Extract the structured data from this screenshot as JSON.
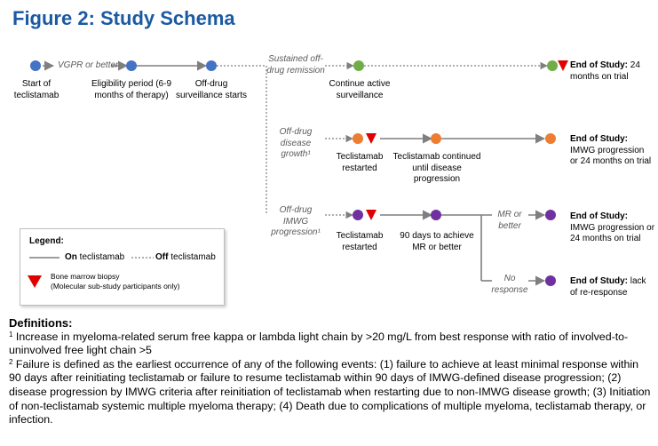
{
  "title": "Figure 2: Study Schema",
  "colors": {
    "blue": "#4472c4",
    "green": "#70ad47",
    "orange": "#ed7d31",
    "purple": "#7030a0",
    "red": "#e00000",
    "line": "#7f7f7f",
    "title": "#1b5aa3"
  },
  "main_row": {
    "transition": "VGPR or better",
    "start": [
      "Start of",
      "teclistamab"
    ],
    "eligibility": [
      "Eligibility period (6-9",
      "months of therapy)"
    ],
    "offdrug": [
      "Off-drug",
      "surveillance starts"
    ]
  },
  "branch_remission": {
    "label": [
      "Sustained off-",
      "drug remission"
    ],
    "node": [
      "Continue active",
      "surveillance"
    ],
    "end_bold": "End of Study:",
    "end_rest": [
      " 24",
      "months on trial"
    ]
  },
  "branch_disease": {
    "label": [
      "Off-drug disease",
      "growth¹"
    ],
    "restart": [
      "Teclistamab",
      "restarted"
    ],
    "continued": [
      "Teclistamab continued",
      "until disease",
      "progression"
    ],
    "end_bold": "End of Study:",
    "end_rest": [
      "IMWG progression",
      "or 24 months on trial"
    ]
  },
  "branch_imwg": {
    "label": [
      "Off-drug IMWG",
      "progression¹"
    ],
    "restart": [
      "Teclistamab",
      "restarted"
    ],
    "days": [
      "90 days to achieve",
      "MR or better"
    ],
    "mr": [
      "MR or",
      "better"
    ],
    "no": [
      "No",
      "response"
    ],
    "end1_bold": "End of Study:",
    "end1_rest": [
      "IMWG progression or",
      "24 months on trial"
    ],
    "end2_bold": "End of Study:",
    "end2_rest": [
      " lack",
      "of re-response"
    ]
  },
  "legend": {
    "title": "Legend:",
    "on_bold": "On",
    "on_rest": " teclistamab",
    "off_bold": "Off",
    "off_rest": " teclistamab",
    "biopsy": [
      "Bone marrow biopsy",
      "(Molecular sub-study participants only)"
    ]
  },
  "definitions": {
    "heading": "Definitions:",
    "d1_num": "1",
    "d1": " Increase in myeloma-related serum free kappa or lambda light chain by >20 mg/L from best response with ratio of involved-to-uninvolved free light chain >5",
    "d2_num": "2",
    "d2": " Failure is defined as the earliest occurrence of any of the following events: (1) failure to achieve at least minimal response within 90 days after reinitiating teclistamab or failure to resume teclistamab within 90 days of IMWG-defined disease progression; (2) disease progression by IMWG criteria after reinitiation of teclistamab when restarting due to non-IMWG disease growth; (3) Initiation of non-teclistamab systemic multiple myeloma therapy; (4) Death due to complications of multiple myeloma, teclistamab therapy, or infection."
  }
}
